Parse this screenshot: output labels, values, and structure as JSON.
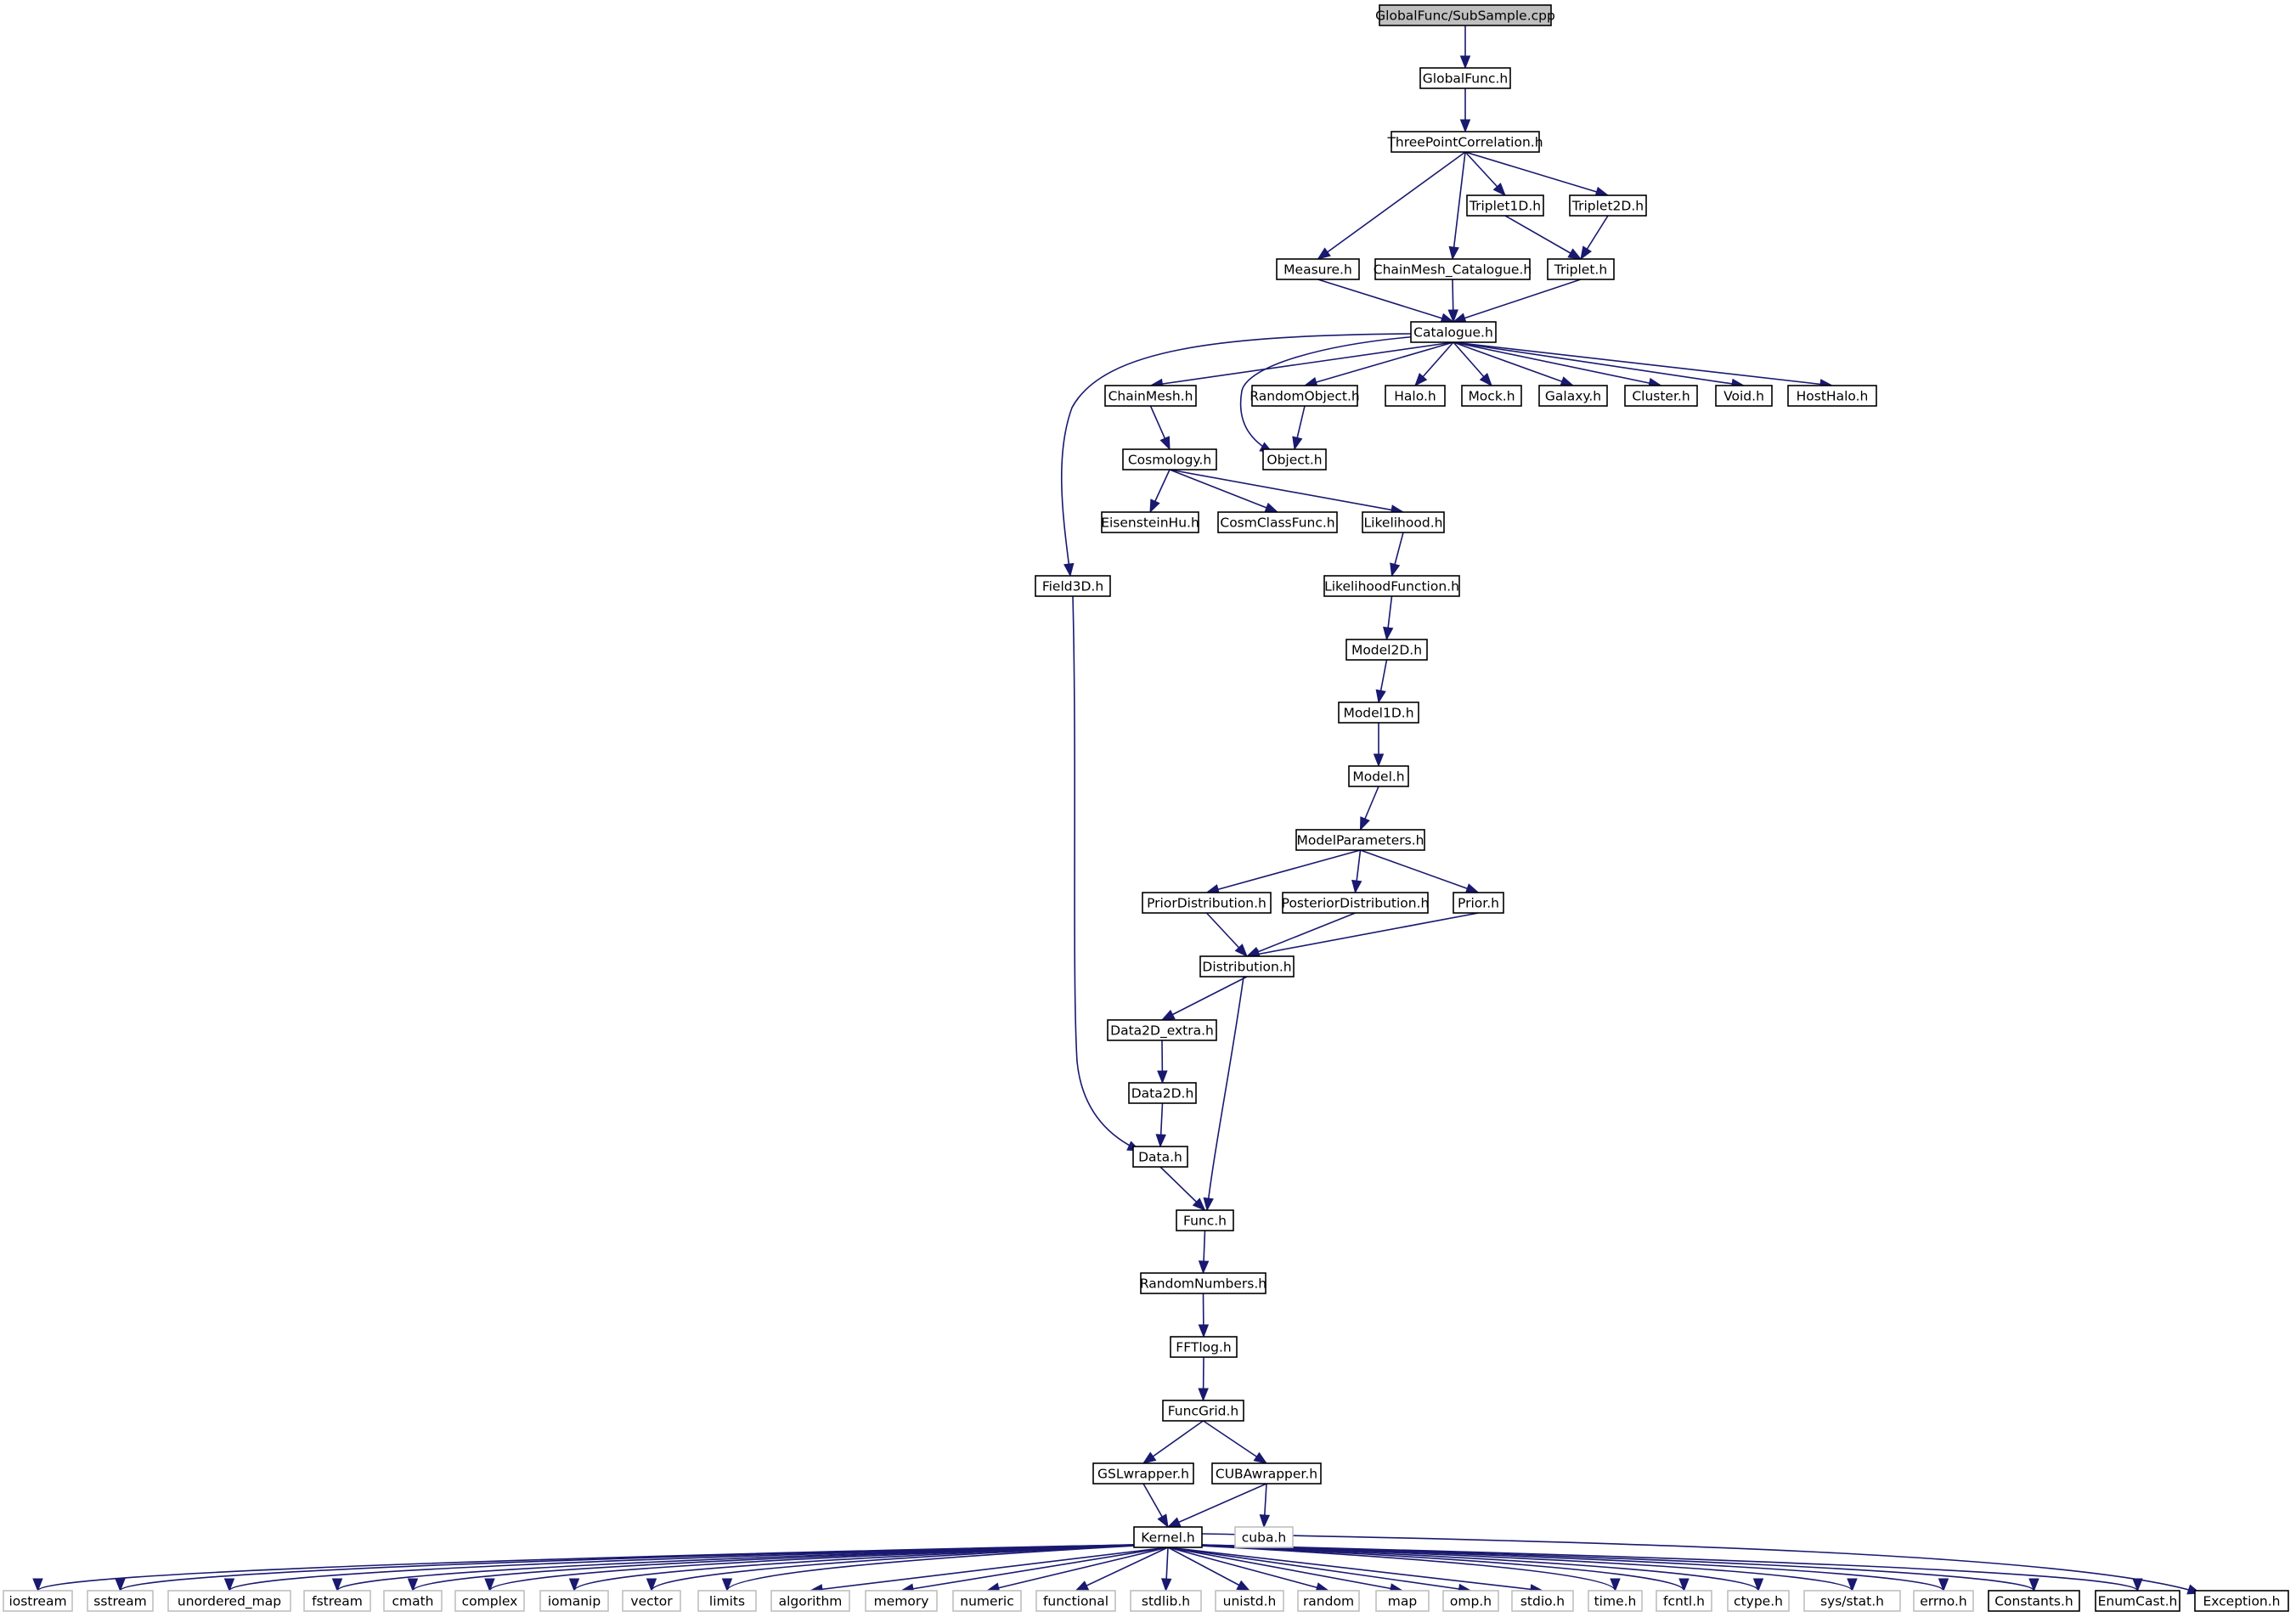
{
  "graph": {
    "nodes": [
      {
        "id": "subsample",
        "label": "GlobalFunc/SubSample.cpp",
        "kind": "root"
      },
      {
        "id": "globalfunc",
        "label": "GlobalFunc.h",
        "kind": "local"
      },
      {
        "id": "threepoint",
        "label": "ThreePointCorrelation.h",
        "kind": "local"
      },
      {
        "id": "triplet1d",
        "label": "Triplet1D.h",
        "kind": "local"
      },
      {
        "id": "triplet2d",
        "label": "Triplet2D.h",
        "kind": "local"
      },
      {
        "id": "measure",
        "label": "Measure.h",
        "kind": "local"
      },
      {
        "id": "chainmeshcat",
        "label": "ChainMesh_Catalogue.h",
        "kind": "local"
      },
      {
        "id": "triplet",
        "label": "Triplet.h",
        "kind": "local"
      },
      {
        "id": "catalogue",
        "label": "Catalogue.h",
        "kind": "local"
      },
      {
        "id": "chainmesh",
        "label": "ChainMesh.h",
        "kind": "local"
      },
      {
        "id": "randomobject",
        "label": "RandomObject.h",
        "kind": "local"
      },
      {
        "id": "halo",
        "label": "Halo.h",
        "kind": "local"
      },
      {
        "id": "mock",
        "label": "Mock.h",
        "kind": "local"
      },
      {
        "id": "galaxy",
        "label": "Galaxy.h",
        "kind": "local"
      },
      {
        "id": "cluster",
        "label": "Cluster.h",
        "kind": "local"
      },
      {
        "id": "void",
        "label": "Void.h",
        "kind": "local"
      },
      {
        "id": "hosthalo",
        "label": "HostHalo.h",
        "kind": "local"
      },
      {
        "id": "cosmology",
        "label": "Cosmology.h",
        "kind": "local"
      },
      {
        "id": "object",
        "label": "Object.h",
        "kind": "local"
      },
      {
        "id": "eisensteinhu",
        "label": "EisensteinHu.h",
        "kind": "local"
      },
      {
        "id": "cosmclassfunc",
        "label": "CosmClassFunc.h",
        "kind": "local"
      },
      {
        "id": "likelihood",
        "label": "Likelihood.h",
        "kind": "local"
      },
      {
        "id": "field3d",
        "label": "Field3D.h",
        "kind": "local"
      },
      {
        "id": "likelihoodfunction",
        "label": "LikelihoodFunction.h",
        "kind": "local"
      },
      {
        "id": "model2d",
        "label": "Model2D.h",
        "kind": "local"
      },
      {
        "id": "model1d",
        "label": "Model1D.h",
        "kind": "local"
      },
      {
        "id": "model",
        "label": "Model.h",
        "kind": "local"
      },
      {
        "id": "modelparameters",
        "label": "ModelParameters.h",
        "kind": "local"
      },
      {
        "id": "priordistribution",
        "label": "PriorDistribution.h",
        "kind": "local"
      },
      {
        "id": "posteriordistribution",
        "label": "PosteriorDistribution.h",
        "kind": "local"
      },
      {
        "id": "prior",
        "label": "Prior.h",
        "kind": "local"
      },
      {
        "id": "distribution",
        "label": "Distribution.h",
        "kind": "local"
      },
      {
        "id": "data2dextra",
        "label": "Data2D_extra.h",
        "kind": "local"
      },
      {
        "id": "data2d",
        "label": "Data2D.h",
        "kind": "local"
      },
      {
        "id": "data",
        "label": "Data.h",
        "kind": "local"
      },
      {
        "id": "func",
        "label": "Func.h",
        "kind": "local"
      },
      {
        "id": "randomnumbers",
        "label": "RandomNumbers.h",
        "kind": "local"
      },
      {
        "id": "fftlog",
        "label": "FFTlog.h",
        "kind": "local"
      },
      {
        "id": "funcgrid",
        "label": "FuncGrid.h",
        "kind": "local"
      },
      {
        "id": "gslwrapper",
        "label": "GSLwrapper.h",
        "kind": "local"
      },
      {
        "id": "cubawrapper",
        "label": "CUBAwrapper.h",
        "kind": "local"
      },
      {
        "id": "kernel",
        "label": "Kernel.h",
        "kind": "local"
      },
      {
        "id": "cuba",
        "label": "cuba.h",
        "kind": "system"
      },
      {
        "id": "iostream",
        "label": "iostream",
        "kind": "system"
      },
      {
        "id": "sstream",
        "label": "sstream",
        "kind": "system"
      },
      {
        "id": "unordered_map",
        "label": "unordered_map",
        "kind": "system"
      },
      {
        "id": "fstream",
        "label": "fstream",
        "kind": "system"
      },
      {
        "id": "cmath",
        "label": "cmath",
        "kind": "system"
      },
      {
        "id": "complex",
        "label": "complex",
        "kind": "system"
      },
      {
        "id": "iomanip",
        "label": "iomanip",
        "kind": "system"
      },
      {
        "id": "vector",
        "label": "vector",
        "kind": "system"
      },
      {
        "id": "limits",
        "label": "limits",
        "kind": "system"
      },
      {
        "id": "algorithm",
        "label": "algorithm",
        "kind": "system"
      },
      {
        "id": "memory",
        "label": "memory",
        "kind": "system"
      },
      {
        "id": "numeric",
        "label": "numeric",
        "kind": "system"
      },
      {
        "id": "functional",
        "label": "functional",
        "kind": "system"
      },
      {
        "id": "stdlib",
        "label": "stdlib.h",
        "kind": "system"
      },
      {
        "id": "unistd",
        "label": "unistd.h",
        "kind": "system"
      },
      {
        "id": "random",
        "label": "random",
        "kind": "system"
      },
      {
        "id": "map",
        "label": "map",
        "kind": "system"
      },
      {
        "id": "omp",
        "label": "omp.h",
        "kind": "system"
      },
      {
        "id": "stdio",
        "label": "stdio.h",
        "kind": "system"
      },
      {
        "id": "time",
        "label": "time.h",
        "kind": "system"
      },
      {
        "id": "fcntl",
        "label": "fcntl.h",
        "kind": "system"
      },
      {
        "id": "ctype",
        "label": "ctype.h",
        "kind": "system"
      },
      {
        "id": "sysstat",
        "label": "sys/stat.h",
        "kind": "system"
      },
      {
        "id": "errno",
        "label": "errno.h",
        "kind": "system"
      },
      {
        "id": "constants",
        "label": "Constants.h",
        "kind": "local"
      },
      {
        "id": "enumcast",
        "label": "EnumCast.h",
        "kind": "local"
      },
      {
        "id": "exception",
        "label": "Exception.h",
        "kind": "local"
      }
    ],
    "edges": [
      [
        "subsample",
        "globalfunc"
      ],
      [
        "globalfunc",
        "threepoint"
      ],
      [
        "threepoint",
        "measure"
      ],
      [
        "threepoint",
        "chainmeshcat"
      ],
      [
        "threepoint",
        "triplet1d"
      ],
      [
        "threepoint",
        "triplet2d"
      ],
      [
        "triplet1d",
        "triplet"
      ],
      [
        "triplet2d",
        "triplet"
      ],
      [
        "measure",
        "catalogue"
      ],
      [
        "chainmeshcat",
        "catalogue"
      ],
      [
        "triplet",
        "catalogue"
      ],
      [
        "catalogue",
        "field3d"
      ],
      [
        "catalogue",
        "chainmesh"
      ],
      [
        "catalogue",
        "object"
      ],
      [
        "catalogue",
        "randomobject"
      ],
      [
        "catalogue",
        "halo"
      ],
      [
        "catalogue",
        "mock"
      ],
      [
        "catalogue",
        "galaxy"
      ],
      [
        "catalogue",
        "cluster"
      ],
      [
        "catalogue",
        "void"
      ],
      [
        "catalogue",
        "hosthalo"
      ],
      [
        "randomobject",
        "object"
      ],
      [
        "chainmesh",
        "cosmology"
      ],
      [
        "cosmology",
        "eisensteinhu"
      ],
      [
        "cosmology",
        "cosmclassfunc"
      ],
      [
        "cosmology",
        "likelihood"
      ],
      [
        "likelihood",
        "likelihoodfunction"
      ],
      [
        "likelihoodfunction",
        "model2d"
      ],
      [
        "model2d",
        "model1d"
      ],
      [
        "model1d",
        "model"
      ],
      [
        "model",
        "modelparameters"
      ],
      [
        "modelparameters",
        "priordistribution"
      ],
      [
        "modelparameters",
        "posteriordistribution"
      ],
      [
        "modelparameters",
        "prior"
      ],
      [
        "priordistribution",
        "distribution"
      ],
      [
        "posteriordistribution",
        "distribution"
      ],
      [
        "prior",
        "distribution"
      ],
      [
        "distribution",
        "data2dextra"
      ],
      [
        "distribution",
        "func"
      ],
      [
        "data2dextra",
        "data2d"
      ],
      [
        "data2d",
        "data"
      ],
      [
        "field3d",
        "data"
      ],
      [
        "data",
        "func"
      ],
      [
        "func",
        "randomnumbers"
      ],
      [
        "randomnumbers",
        "fftlog"
      ],
      [
        "fftlog",
        "funcgrid"
      ],
      [
        "funcgrid",
        "gslwrapper"
      ],
      [
        "funcgrid",
        "cubawrapper"
      ],
      [
        "gslwrapper",
        "kernel"
      ],
      [
        "cubawrapper",
        "kernel"
      ],
      [
        "cubawrapper",
        "cuba"
      ],
      [
        "kernel",
        "iostream"
      ],
      [
        "kernel",
        "sstream"
      ],
      [
        "kernel",
        "unordered_map"
      ],
      [
        "kernel",
        "fstream"
      ],
      [
        "kernel",
        "cmath"
      ],
      [
        "kernel",
        "complex"
      ],
      [
        "kernel",
        "iomanip"
      ],
      [
        "kernel",
        "vector"
      ],
      [
        "kernel",
        "limits"
      ],
      [
        "kernel",
        "algorithm"
      ],
      [
        "kernel",
        "memory"
      ],
      [
        "kernel",
        "numeric"
      ],
      [
        "kernel",
        "functional"
      ],
      [
        "kernel",
        "stdlib"
      ],
      [
        "kernel",
        "unistd"
      ],
      [
        "kernel",
        "random"
      ],
      [
        "kernel",
        "map"
      ],
      [
        "kernel",
        "omp"
      ],
      [
        "kernel",
        "stdio"
      ],
      [
        "kernel",
        "time"
      ],
      [
        "kernel",
        "fcntl"
      ],
      [
        "kernel",
        "ctype"
      ],
      [
        "kernel",
        "sysstat"
      ],
      [
        "kernel",
        "errno"
      ],
      [
        "kernel",
        "constants"
      ],
      [
        "kernel",
        "enumcast"
      ],
      [
        "kernel",
        "exception"
      ]
    ]
  },
  "colors": {
    "edge": "#191970",
    "node_border": "#000000",
    "system_border": "#bfbfbf",
    "root_fill": "#bfbfbf"
  }
}
